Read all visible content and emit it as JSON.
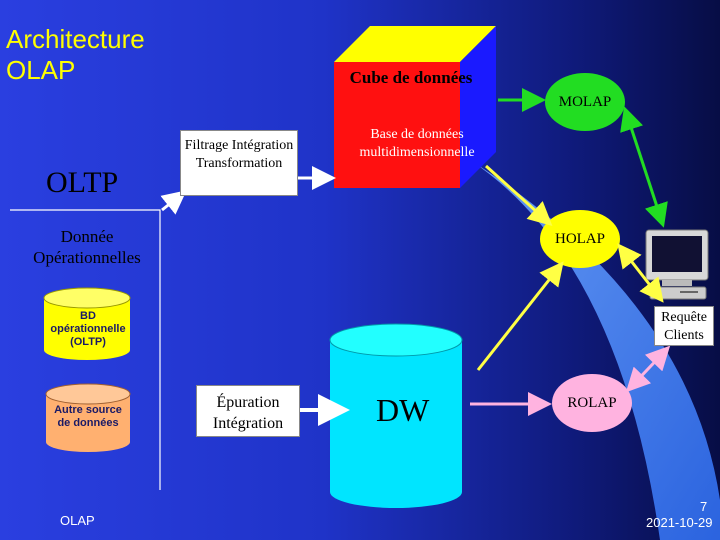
{
  "title": "Architecture OLAP",
  "oltp_label": "OLTP",
  "operational_label": "Donnée Opérationnelles",
  "db_oltp_label": "BD opérationnelle (OLTP)",
  "db_other_label": "Autre source de données",
  "filtrage_box": "Filtrage Intégration Transformation",
  "epuration_box": "Épuration Intégration",
  "cube_label": "Cube de données",
  "cube_sub": "Base de données multidimensionnelle",
  "dw_label": "DW",
  "molap": "MOLAP",
  "holap": "HOLAP",
  "rolap": "ROLAP",
  "requete": "Requête Clients",
  "footer_left": "OLAP",
  "page_number": "7",
  "date": "2021-10-29",
  "colors": {
    "background": "#1f33c8",
    "title": "#ffff00",
    "cube_front": "#ff1010",
    "cube_top": "#ffff00",
    "cube_side": "#1a1aff",
    "dw_cylinder": "#00e5ff",
    "molap": "#22dd22",
    "holap": "#ffff00",
    "rolap": "#ffb3e0",
    "db_oltp": "#ffff00",
    "db_other": "#ffb070"
  }
}
